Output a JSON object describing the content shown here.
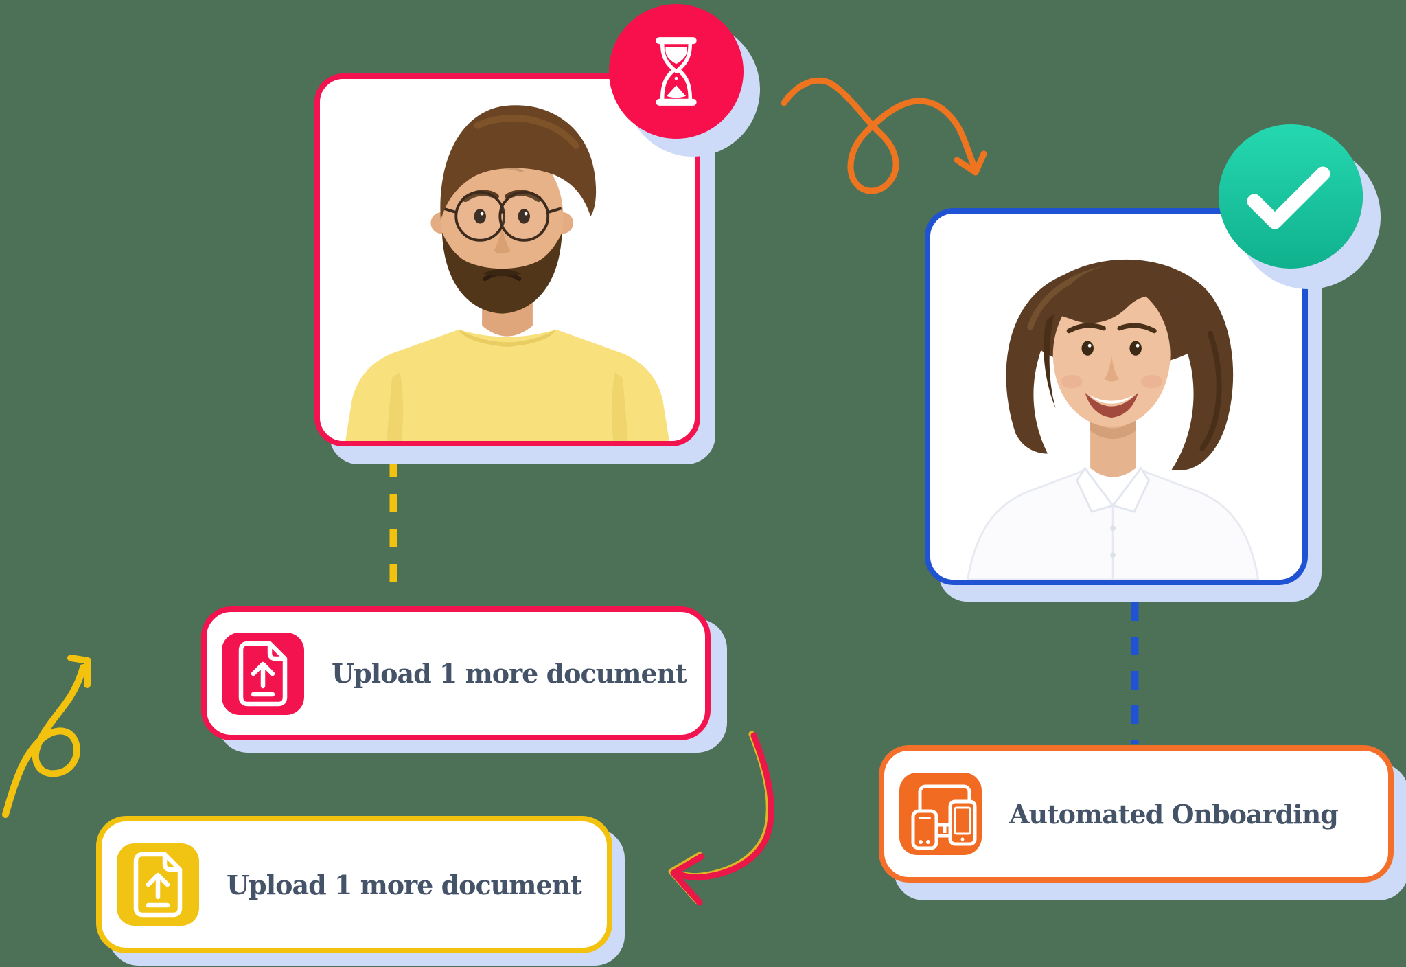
{
  "graphic": {
    "title": "Manual document upload vs automated onboarding flow",
    "before": {
      "portrait": "frustrated-man-portrait",
      "badge_icon": "hourglass-icon",
      "connector": "yellow-dashed-line",
      "steps": [
        {
          "icon": "document-upload-icon",
          "label": "Upload 1 more document"
        },
        {
          "icon": "document-upload-icon",
          "label": "Upload 1 more document"
        }
      ]
    },
    "after": {
      "portrait": "smiling-woman-portrait",
      "badge_icon": "checkmark-icon",
      "connector": "blue-dashed-line",
      "steps": [
        {
          "icon": "devices-icon",
          "label": "Automated Onboarding"
        }
      ]
    }
  },
  "colors": {
    "background": "#4d7156",
    "pink": "#F3134E",
    "badge-pink": "#F8104D",
    "yellow": "#F2C20F",
    "icon-yellow": "#F1C313",
    "blue": "#2053D4",
    "orange": "#F4702A",
    "icon-orange": "#F26B22",
    "teal-top": "#25D8B0",
    "teal-bottom": "#10B18D",
    "shadow": "#CDDAF8",
    "text": "#455368",
    "arrow-orange": "#EE7420",
    "arrow-red": "#EA1748",
    "arrow-yellow": "#F2C20F"
  }
}
